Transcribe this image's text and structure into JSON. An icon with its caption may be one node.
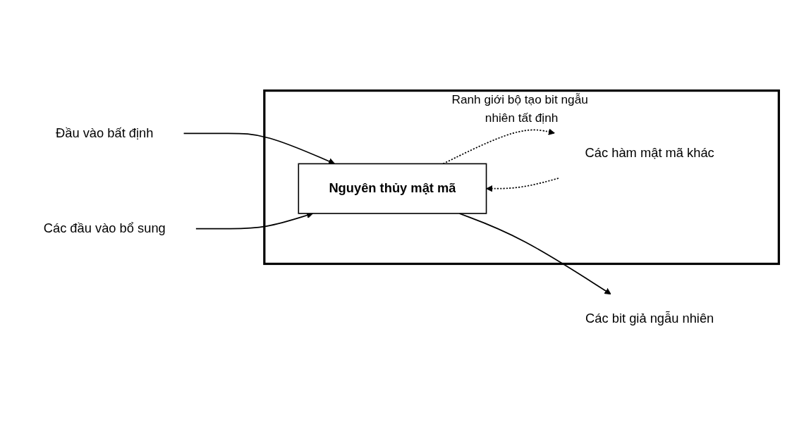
{
  "diagram": {
    "nodes": [
      {
        "text": [
          "Ranh giới bộ tạo bit ngẫu nhiên tất định"
        ]
      },
      {
        "text": [
          "Đầu vào bất định"
        ]
      },
      {
        "text": [
          "Nguyên thủy mật mã"
        ],
        "in": 0
      },
      {
        "text": [
          "Các đầu vào bổ sung"
        ]
      },
      {
        "text": [
          "Các bit giả ngẫu nhiên"
        ]
      },
      {
        "text": [
          "Các hàm mật mã khác"
        ],
        "in": 0
      }
    ],
    "edges": [
      {
        "from": 1,
        "to": 2,
        "arrow": "to"
      },
      {
        "from": 3,
        "to": 2,
        "arrow": "to"
      },
      {
        "from": 2,
        "to": 4,
        "arrow": "to"
      },
      {
        "from": 5,
        "to": 2,
        "arrow": "to",
        "style": "dashed"
      },
      {
        "from": 2,
        "to": 5,
        "arrow": "to",
        "style": "dashed"
      }
    ]
  }
}
